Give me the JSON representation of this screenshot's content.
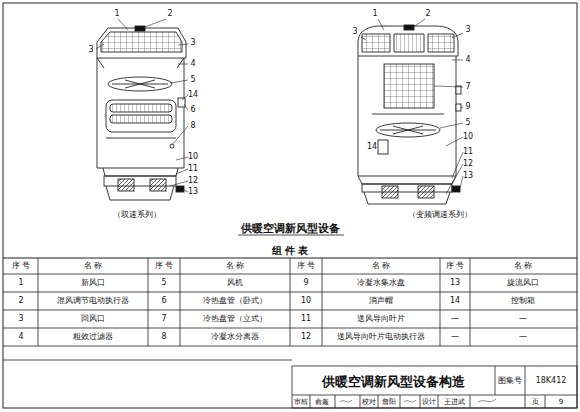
{
  "diagram": {
    "title": "供暖空调新风型设备",
    "labels": [
      "1",
      "2",
      "3",
      "3",
      "4",
      "5",
      "14",
      "6",
      "8",
      "10",
      "11",
      "12",
      "13",
      "1",
      "2",
      "3",
      "3",
      "4",
      "7",
      "9",
      "14",
      "5",
      "10",
      "11",
      "12",
      "13",
      "（双速系列）",
      "（变频调速系列）",
      "组 件 表",
      "序 号",
      "名 称",
      "序 号",
      "名 称",
      "序 号",
      "名 称",
      "序 号",
      "名 称",
      "1",
      "新风口",
      "5",
      "风机",
      "9",
      "冷凝水集水盘",
      "13",
      "旋流风口",
      "2",
      "混风调节电动执行器",
      "6",
      "冷热盘管（卧式）",
      "10",
      "消声帽",
      "14",
      "控制箱",
      "3",
      "回风口",
      "7",
      "冷热盘管（立式）",
      "11",
      "送风导向叶片",
      "—",
      "—",
      "4",
      "粗效过滤器",
      "8",
      "冷凝水分离器",
      "12",
      "送风导向叶片电动执行器",
      "—",
      "—",
      "供暖空调新风型设备构造",
      "图集号",
      "18K412",
      "审核",
      "俞鑫",
      "校对",
      "詹阳",
      "设计",
      "王进武",
      "页",
      "9"
    ]
  }
}
